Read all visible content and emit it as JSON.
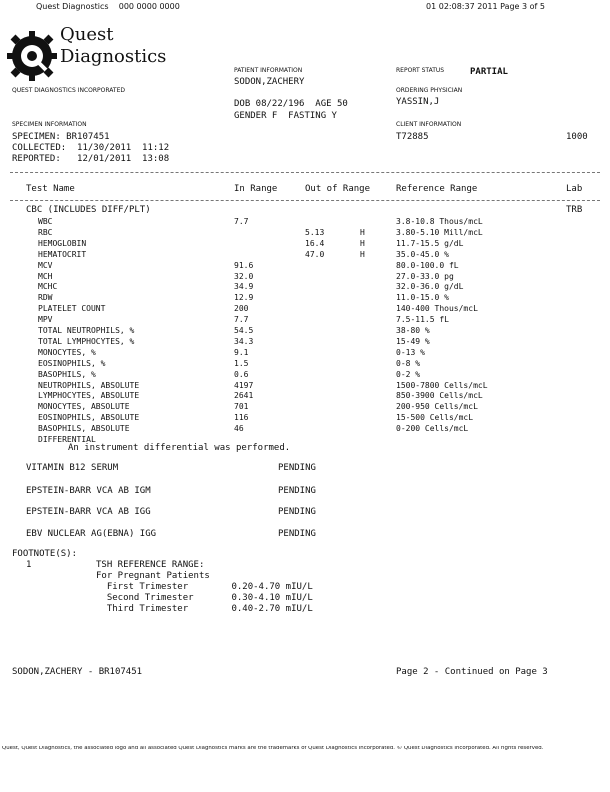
{
  "top_bar": {
    "left": "Quest Diagnostics    000 0000 0000",
    "right": "01 02:08:37 2011 Page 3 of 5"
  },
  "brand": {
    "line1": "Quest",
    "line2": "Diagnostics",
    "sub": "QUEST DIAGNOSTICS INCORPORATED"
  },
  "patient": {
    "label": "PATIENT INFORMATION",
    "name": "SODON,ZACHERY",
    "dob": "DOB 08/22/196  AGE 50",
    "gender": "GENDER F  FASTING Y"
  },
  "report": {
    "status_label": "REPORT STATUS",
    "status": "PARTIAL",
    "physician_label": "ORDERING PHYSICIAN",
    "physician": "YASSIN,J",
    "client_label": "CLIENT INFORMATION",
    "client": "T72885",
    "right_code": "1000"
  },
  "specimen": {
    "label": "SPECIMEN INFORMATION",
    "specimen": "SPECIMEN: BR107451",
    "collected": "COLLECTED:  11/30/2011  11:12",
    "reported": "REPORTED:   12/01/2011  13:08"
  },
  "table_headers": {
    "test": "Test Name",
    "in_range": "In Range",
    "out_range": "Out of Range",
    "reference": "Reference Range",
    "lab": "Lab"
  },
  "cbc": {
    "title": "CBC (INCLUDES DIFF/PLT)",
    "lab": "TRB",
    "rows": [
      {
        "name": "WBC",
        "in": "7.7",
        "out": "",
        "flag": "",
        "ref": "3.8-10.8 Thous/mcL"
      },
      {
        "name": "RBC",
        "in": "",
        "out": "5.13",
        "flag": "H",
        "ref": "3.80-5.10 Mill/mcL"
      },
      {
        "name": "HEMOGLOBIN",
        "in": "",
        "out": "16.4",
        "flag": "H",
        "ref": "11.7-15.5 g/dL"
      },
      {
        "name": "HEMATOCRIT",
        "in": "",
        "out": "47.0",
        "flag": "H",
        "ref": "35.0-45.0 %"
      },
      {
        "name": "MCV",
        "in": "91.6",
        "out": "",
        "flag": "",
        "ref": "80.0-100.0 fL"
      },
      {
        "name": "MCH",
        "in": "32.0",
        "out": "",
        "flag": "",
        "ref": "27.0-33.0 pg"
      },
      {
        "name": "MCHC",
        "in": "34.9",
        "out": "",
        "flag": "",
        "ref": "32.0-36.0 g/dL"
      },
      {
        "name": "RDW",
        "in": "12.9",
        "out": "",
        "flag": "",
        "ref": "11.0-15.0 %"
      },
      {
        "name": "PLATELET COUNT",
        "in": "200",
        "out": "",
        "flag": "",
        "ref": "140-400 Thous/mcL"
      },
      {
        "name": "MPV",
        "in": "7.7",
        "out": "",
        "flag": "",
        "ref": "7.5-11.5 fL"
      },
      {
        "name": "TOTAL NEUTROPHILS, %",
        "in": "54.5",
        "out": "",
        "flag": "",
        "ref": "38-80 %"
      },
      {
        "name": "TOTAL LYMPHOCYTES, %",
        "in": "34.3",
        "out": "",
        "flag": "",
        "ref": "15-49 %"
      },
      {
        "name": "MONOCYTES, %",
        "in": "9.1",
        "out": "",
        "flag": "",
        "ref": "0-13 %"
      },
      {
        "name": "EOSINOPHILS, %",
        "in": "1.5",
        "out": "",
        "flag": "",
        "ref": "0-8 %"
      },
      {
        "name": "BASOPHILS, %",
        "in": "0.6",
        "out": "",
        "flag": "",
        "ref": "0-2 %"
      },
      {
        "name": "NEUTROPHILS, ABSOLUTE",
        "in": "4197",
        "out": "",
        "flag": "",
        "ref": "1500-7800 Cells/mcL"
      },
      {
        "name": "LYMPHOCYTES, ABSOLUTE",
        "in": "2641",
        "out": "",
        "flag": "",
        "ref": "850-3900 Cells/mcL"
      },
      {
        "name": "MONOCYTES, ABSOLUTE",
        "in": "701",
        "out": "",
        "flag": "",
        "ref": "200-950 Cells/mcL"
      },
      {
        "name": "EOSINOPHILS, ABSOLUTE",
        "in": "116",
        "out": "",
        "flag": "",
        "ref": "15-500 Cells/mcL"
      },
      {
        "name": "BASOPHILS, ABSOLUTE",
        "in": "46",
        "out": "",
        "flag": "",
        "ref": "0-200 Cells/mcL"
      },
      {
        "name": "DIFFERENTIAL",
        "in": "",
        "out": "",
        "flag": "",
        "ref": ""
      }
    ],
    "note": "An instrument differential was performed."
  },
  "pending_tests": [
    {
      "name": "VITAMIN B12 SERUM",
      "status": "PENDING"
    },
    {
      "name": "EPSTEIN-BARR VCA AB IGM",
      "status": "PENDING"
    },
    {
      "name": "EPSTEIN-BARR VCA AB IGG",
      "status": "PENDING"
    },
    {
      "name": "EBV NUCLEAR AG(EBNA) IGG",
      "status": "PENDING"
    }
  ],
  "footnotes": {
    "title": "FOOTNOTE(S):",
    "number": "1",
    "lines": [
      "TSH REFERENCE RANGE:",
      "For Pregnant Patients",
      "  First Trimester        0.20-4.70 mIU/L",
      "  Second Trimester       0.30-4.10 mIU/L",
      "  Third Trimester        0.40-2.70 mIU/L"
    ]
  },
  "footer": {
    "patient": "SODON,ZACHERY - BR107451",
    "page": "Page 2 - Continued on Page 3",
    "legal": "Quest, Quest Diagnostics, the associated logo and all associated Quest Diagnostics marks are the trademarks of Quest Diagnostics Incorporated. © Quest Diagnostics Incorporated. All rights reserved."
  }
}
